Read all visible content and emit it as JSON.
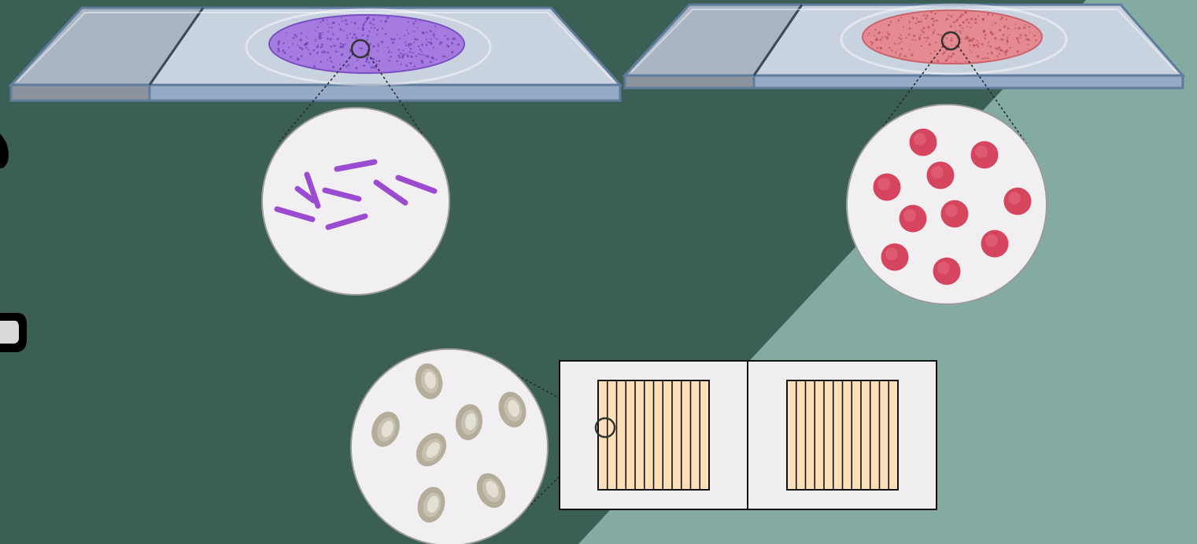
{
  "colors": {
    "background_dark": "#3b5e55",
    "background_light": "#84aba2",
    "slide_glass": "#c9d3df",
    "slide_edge": "#5f7b9d",
    "slide_frosted": "#aab5c3",
    "purple_stain": "#a57be0",
    "purple_rod": "#9b4bd0",
    "pink_stain": "#e58a90",
    "red_cell": "#d6455e",
    "magnifier_fill": "#f1eff2",
    "yeast_cell": "#c6c0b0",
    "chamber_grid_fill": "#fde0b8",
    "chamber_frame": "#efefef"
  },
  "icons": {
    "slide_left": "glass-slide-icon",
    "slide_right": "glass-slide-icon",
    "magnifier_bacteria": "magnified-view-icon",
    "magnifier_rbc": "magnified-view-icon",
    "magnifier_yeast": "magnified-view-icon",
    "counting_chamber": "counting-chamber-icon"
  },
  "diagram": {
    "rod_bacteria_count": 8,
    "red_cell_count": 10,
    "yeast_cell_count": 7,
    "chamber_count": 2
  }
}
